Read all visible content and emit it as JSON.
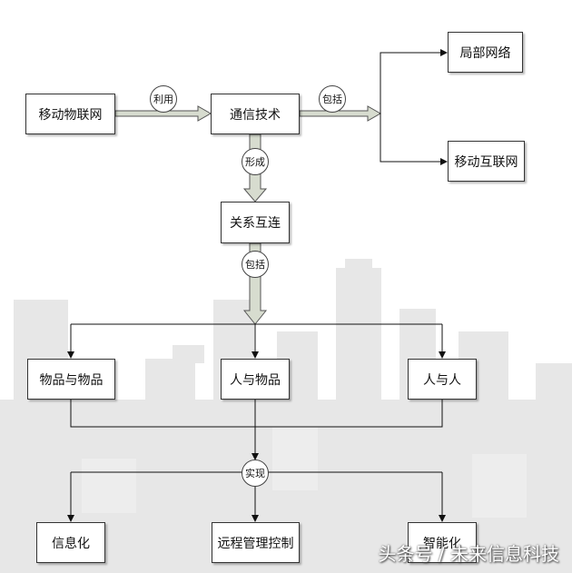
{
  "nodes": {
    "mobile_iot": "移动物联网",
    "comm_tech": "通信技术",
    "lan": "局部网络",
    "mobile_internet": "移动互联网",
    "interconnect": "关系互连",
    "thing_thing": "物品与物品",
    "person_thing": "人与物品",
    "person_person": "人与人",
    "informatization": "信息化",
    "remote_control": "远程管理控制",
    "intelligence": "智能化"
  },
  "edges": {
    "use": "利用",
    "include_1": "包括",
    "form": "形成",
    "include_2": "包括",
    "realize": "实现"
  },
  "watermark": "头条号 / 未来信息科技",
  "colors": {
    "line": "#111111",
    "arrow_fill": "#d7dccf",
    "arrow_stroke": "#555555",
    "skyline": "#e6e6e6"
  }
}
